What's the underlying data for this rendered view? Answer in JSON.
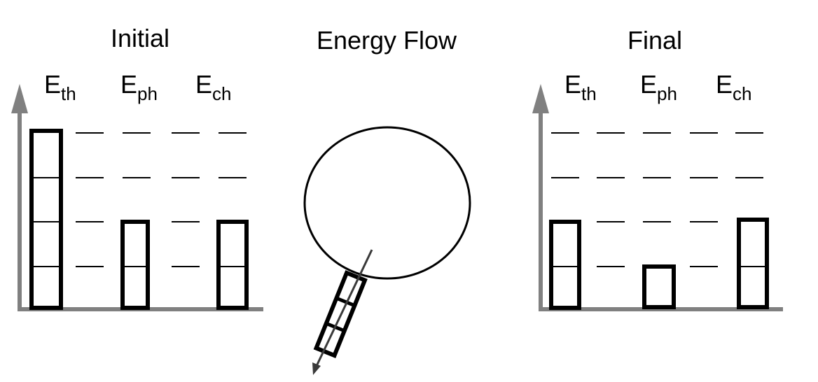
{
  "titles": {
    "initial": "Initial",
    "energy_flow": "Energy Flow",
    "final": "Final"
  },
  "energy_labels": [
    {
      "main": "E",
      "sub": "th"
    },
    {
      "main": "E",
      "sub": "ph"
    },
    {
      "main": "E",
      "sub": "ch"
    }
  ],
  "initial_bars": {
    "Eth": 4,
    "Eph": 2,
    "Ech": 2
  },
  "final_bars": {
    "Eth": 2,
    "Eph": 1,
    "Ech": 2
  },
  "colors": {
    "axis": "#808080",
    "bar": "#000000"
  }
}
